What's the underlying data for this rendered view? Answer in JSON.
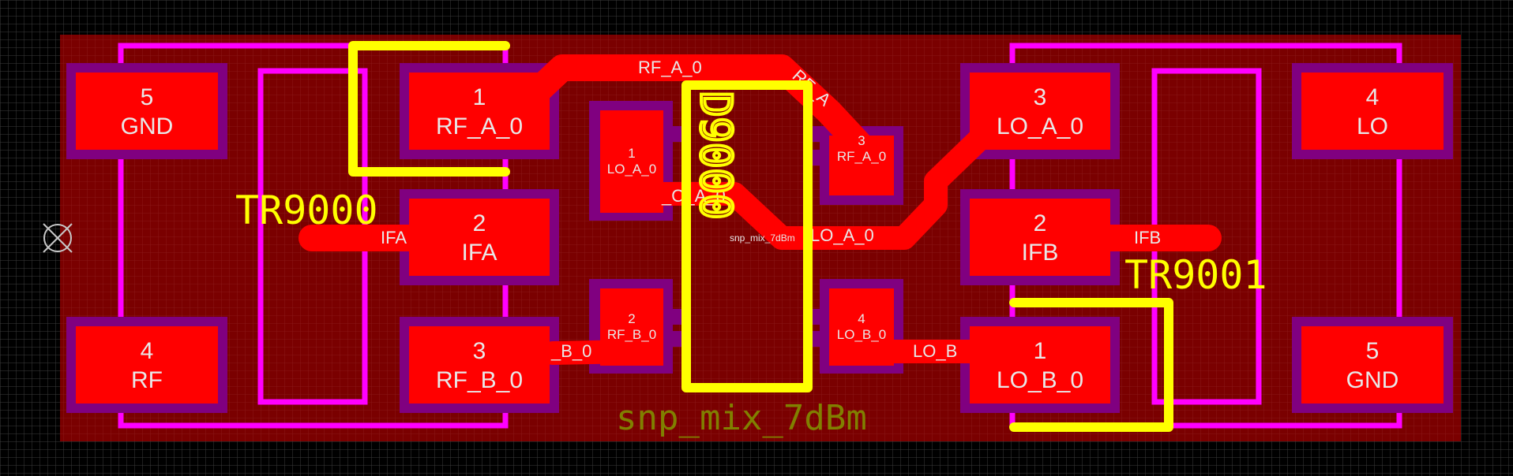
{
  "colors": {
    "background": "#000000",
    "grid": "#3a3a3a",
    "board": "#7a0000",
    "copper": "#ff0000",
    "mask": "#800080",
    "courtyard": "#ff00ff",
    "silkscreen": "#ffff00",
    "fab_text": "#808000",
    "origin_marker": "#c0c0c0"
  },
  "labels": {
    "tr9000": "TR9000",
    "tr9001": "TR9001",
    "d9000": "D9000",
    "fab_name": "snp_mix_7dBm",
    "small_name": "snp_mix_7dBm"
  },
  "pads_left": [
    {
      "number": "5",
      "net": "GND"
    },
    {
      "number": "1",
      "net": "RF_A_0"
    },
    {
      "number": "2",
      "net": "IFA"
    },
    {
      "number": "4",
      "net": "RF"
    },
    {
      "number": "3",
      "net": "RF_B_0"
    }
  ],
  "pads_right": [
    {
      "number": "3",
      "net": "LO_A_0"
    },
    {
      "number": "4",
      "net": "LO"
    },
    {
      "number": "2",
      "net": "IFB"
    },
    {
      "number": "1",
      "net": "LO_B_0"
    },
    {
      "number": "5",
      "net": "GND"
    }
  ],
  "pads_center": [
    {
      "number": "1",
      "net": "LO_A_0"
    },
    {
      "number": "3",
      "net": "RF_A_0"
    },
    {
      "number": "2",
      "net": "RF_B_0"
    },
    {
      "number": "4",
      "net": "LO_B_0"
    }
  ],
  "trace_labels": {
    "rf_a_top": "RF_A_0",
    "rf_a_diag": "RF_A",
    "ifa": "IFA",
    "ifb": "IFB",
    "lo_a_mid": "LO_A_0",
    "lo_a_left": "_O_A_0",
    "rf_b": "_B_0",
    "lo_b": "LO_B"
  }
}
